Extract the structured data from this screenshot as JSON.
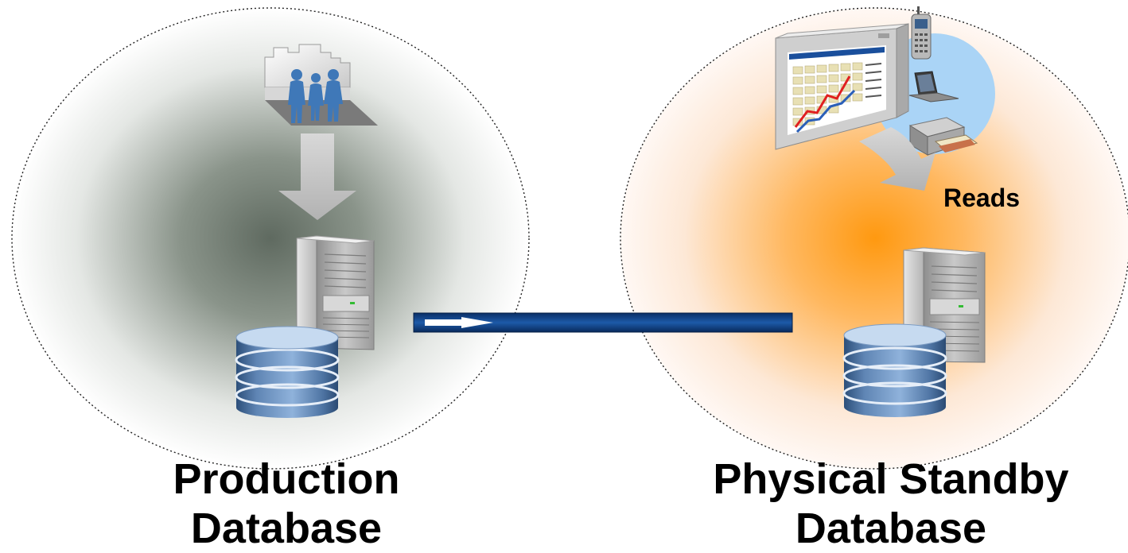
{
  "production": {
    "line1": "Production",
    "line2": "Database"
  },
  "standby": {
    "line1": "Physical Standby",
    "line2": "Database"
  },
  "reads_label": "Reads",
  "colors": {
    "production_glow": "#5f6a60",
    "standby_glow": "#ff9910",
    "redo_pipe": "#0d3a7a",
    "report_accent": "#1a4f9c",
    "devices_circle": "#aad4f6"
  },
  "icons": {
    "users": "users-group-icon",
    "report": "report-screen-icon",
    "phone": "mobile-phone-icon",
    "laptop": "laptop-icon",
    "printer": "printer-icon",
    "server": "server-icon",
    "disk": "database-disk-icon"
  }
}
